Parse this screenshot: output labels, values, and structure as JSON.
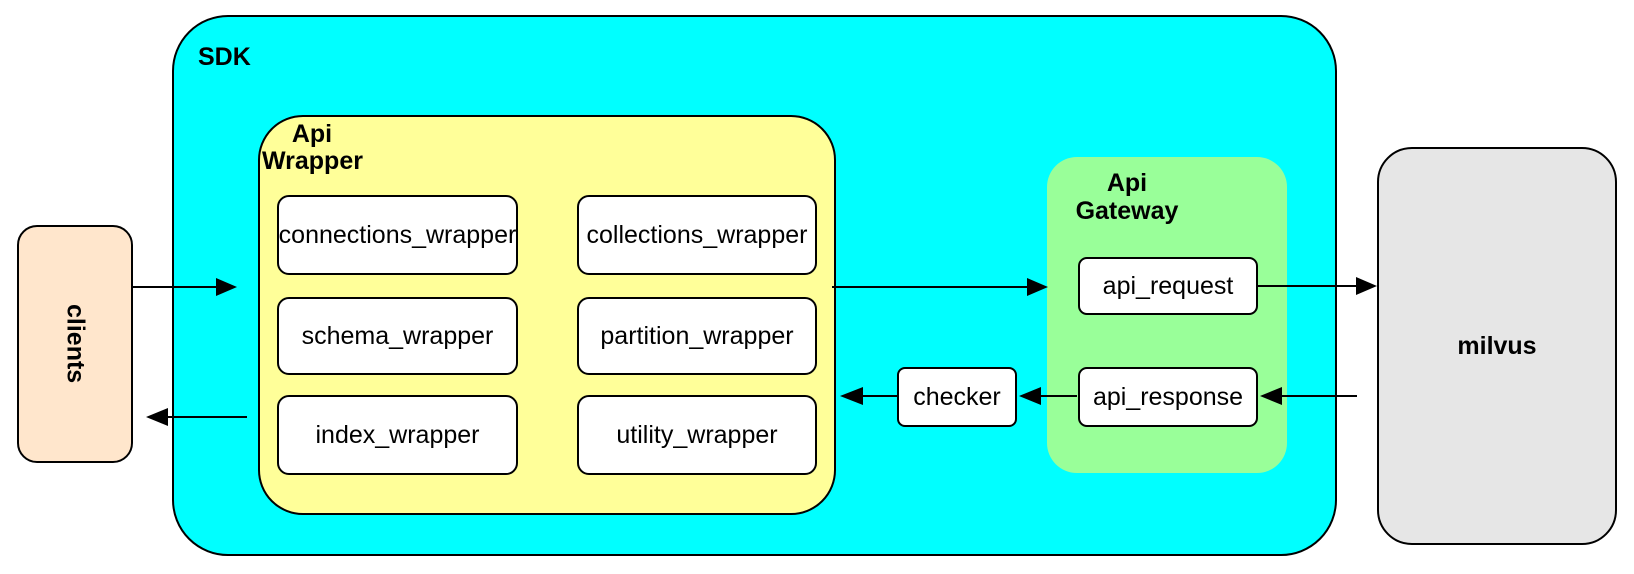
{
  "diagram": {
    "nodes": {
      "clients": "clients",
      "sdk": "SDK",
      "api_wrapper": {
        "line1": "Api",
        "line2": "Wrapper"
      },
      "wrappers": [
        "connections_wrapper",
        "collections_wrapper",
        "schema_wrapper",
        "partition_wrapper",
        "index_wrapper",
        "utility_wrapper"
      ],
      "checker": "checker",
      "api_gateway": {
        "line1": "Api",
        "line2": "Gateway"
      },
      "api_request": "api_request",
      "api_response": "api_response",
      "milvus": "milvus"
    },
    "edges": [
      {
        "from": "clients",
        "to": "api_wrapper"
      },
      {
        "from": "api_wrapper",
        "to": "clients"
      },
      {
        "from": "api_wrapper",
        "to": "api_request"
      },
      {
        "from": "api_request",
        "to": "milvus"
      },
      {
        "from": "milvus",
        "to": "api_response"
      },
      {
        "from": "api_response",
        "to": "checker"
      },
      {
        "from": "checker",
        "to": "api_wrapper"
      }
    ],
    "colors": {
      "sdk_fill": "#00FFFF",
      "api_wrapper_fill": "#FFFF99",
      "api_gateway_fill": "#99FF99",
      "clients_fill": "#FFE6CC",
      "milvus_fill": "#E6E6E6",
      "inner_box_fill": "#FFFFFF",
      "border": "#000000"
    }
  }
}
